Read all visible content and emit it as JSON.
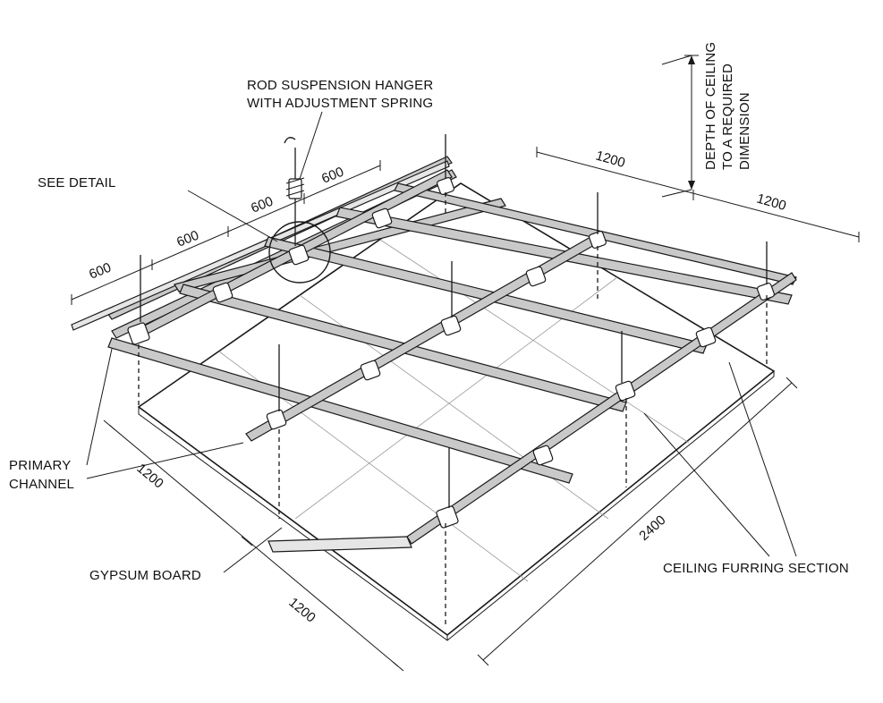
{
  "labels": {
    "rod_hanger_line1": "ROD SUSPENSION HANGER",
    "rod_hanger_line2": "WITH ADJUSTMENT SPRING",
    "see_detail": "SEE DETAIL",
    "primary_channel_line1": "PRIMARY",
    "primary_channel_line2": "CHANNEL",
    "gypsum_board": "GYPSUM BOARD",
    "ceiling_furring": "CEILING FURRING SECTION",
    "depth_line1": "DEPTH OF CEILING",
    "depth_line2": "TO A REQUIRED",
    "depth_line3": "DIMENSION"
  },
  "dimensions": {
    "top_600_a": "600",
    "top_600_b": "600",
    "top_600_c": "600",
    "top_600_d": "600",
    "right_1200_a": "1200",
    "right_1200_b": "1200",
    "left_1200": "1200",
    "bottom_1200": "1200",
    "bottom_2400": "2400"
  },
  "colors": {
    "ink": "#1a1a1a",
    "metal_fill": "#c9c9c9",
    "background": "#ffffff"
  }
}
